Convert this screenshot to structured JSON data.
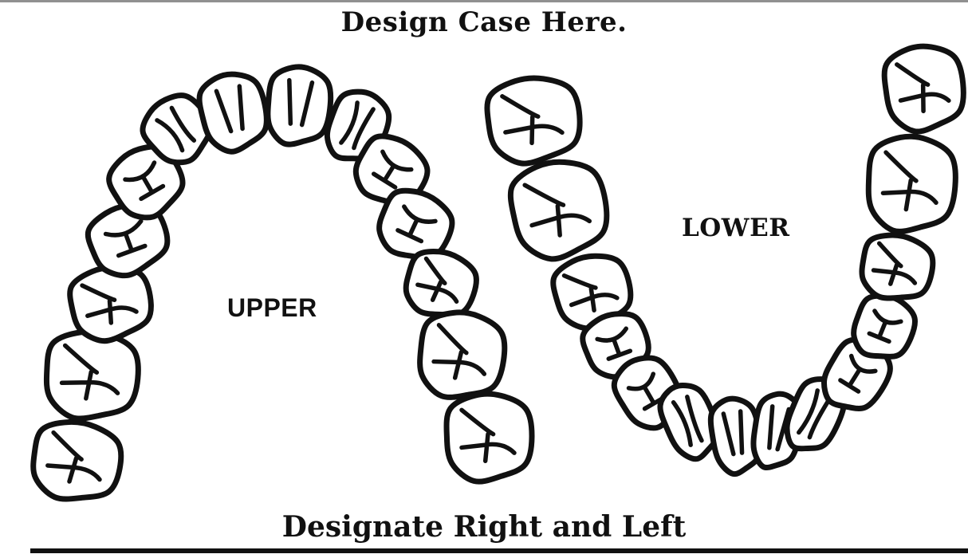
{
  "title": "Design Case Here.",
  "footer": "Designate Right and Left",
  "arches": {
    "upper": {
      "label": "UPPER",
      "tooth_count": 14
    },
    "lower": {
      "label": "LOWER",
      "tooth_count": 14
    }
  },
  "colors": {
    "ink": "#111111",
    "paper": "#ffffff"
  }
}
